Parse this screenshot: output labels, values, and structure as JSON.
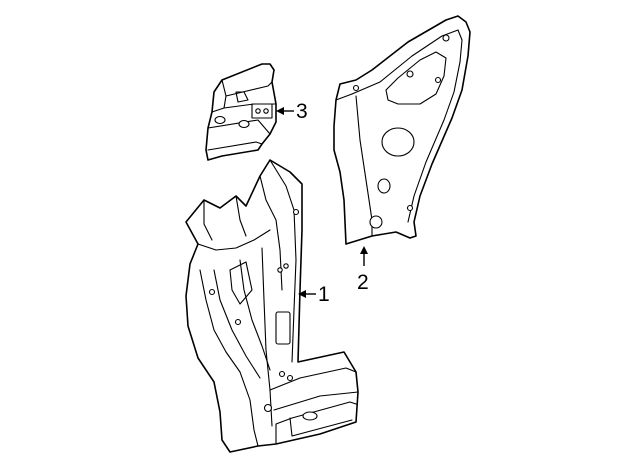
{
  "callouts": [
    {
      "id": "part-1",
      "label": "1"
    },
    {
      "id": "part-2",
      "label": "2"
    },
    {
      "id": "part-3",
      "label": "3"
    }
  ]
}
